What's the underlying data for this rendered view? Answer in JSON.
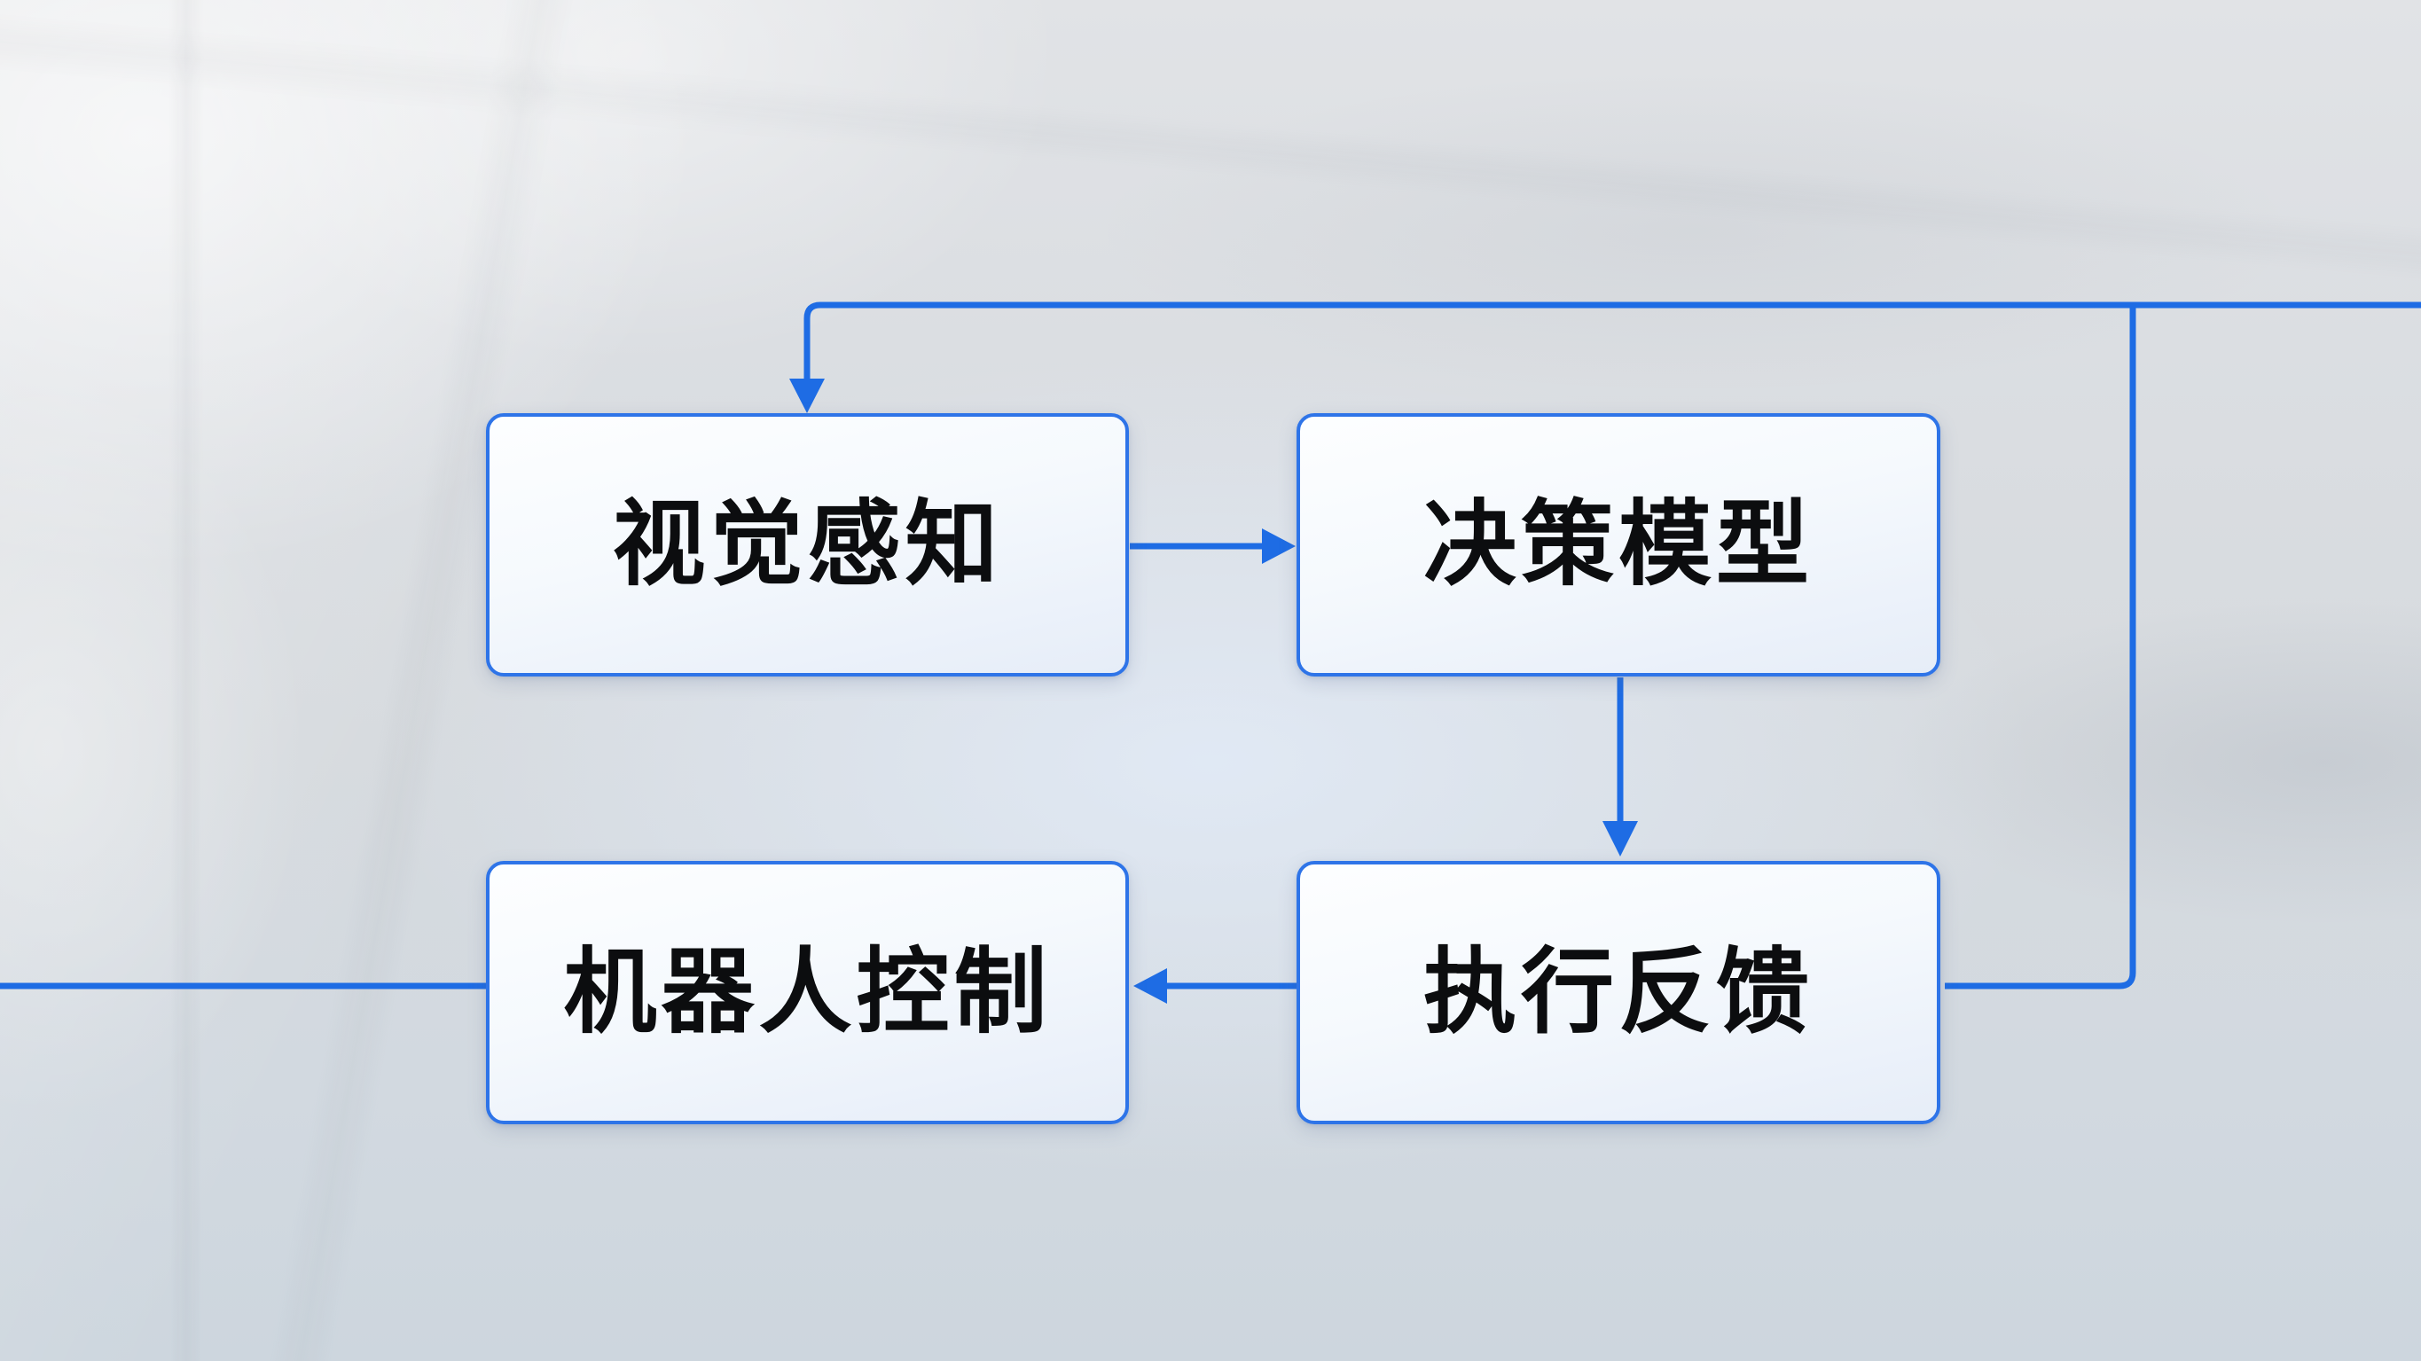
{
  "diagram": {
    "type": "flowchart",
    "nodes": [
      {
        "id": "visual-perception",
        "label": "视觉感知"
      },
      {
        "id": "decision-model",
        "label": "决策模型"
      },
      {
        "id": "robot-control",
        "label": "机器人控制"
      },
      {
        "id": "execution-feedback",
        "label": "执行反馈"
      }
    ],
    "edges": [
      {
        "from": "视觉感知",
        "to": "决策模型",
        "style": "arrow",
        "route": "horizontal"
      },
      {
        "from": "决策模型",
        "to": "执行反馈",
        "style": "arrow",
        "route": "vertical"
      },
      {
        "from": "执行反馈",
        "to": "机器人控制",
        "style": "arrow",
        "route": "horizontal"
      },
      {
        "from": "执行反馈",
        "to": "视觉感知",
        "style": "arrow",
        "route": "feedback loop via top line"
      },
      {
        "from": "机器人控制",
        "to": "left edge (off-screen)",
        "style": "line",
        "route": "horizontal"
      },
      {
        "from": "top feedback line",
        "to": "right edge (off-screen)",
        "style": "line",
        "route": "horizontal"
      }
    ],
    "colors": {
      "line": "#1e6ce4",
      "node_border": "#2e74e8",
      "node_fill_top": "#fdfeff",
      "node_fill_bottom": "#e6edf8",
      "label": "#0c0d0f",
      "background": "#d6dade"
    }
  }
}
